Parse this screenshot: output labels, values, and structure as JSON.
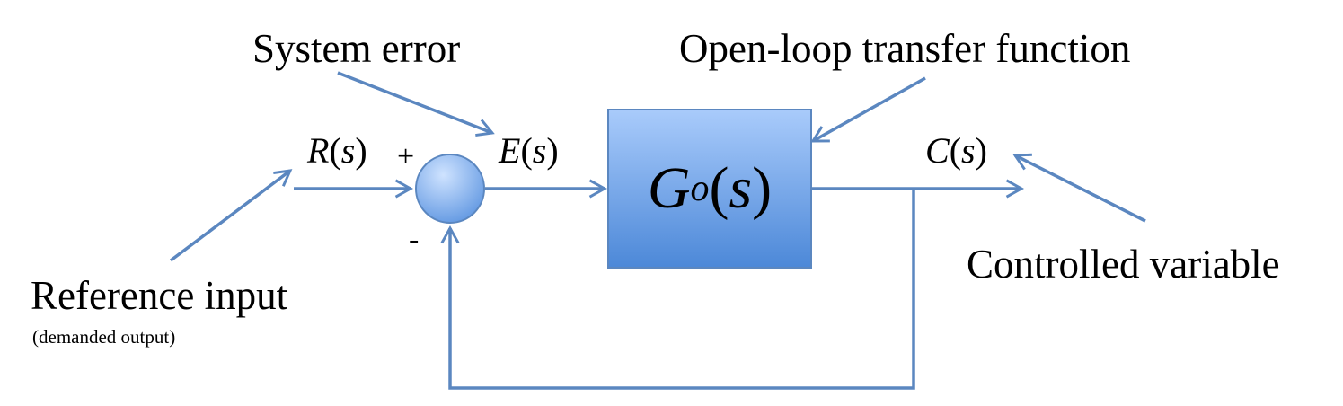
{
  "annotations": {
    "system_error": "System error",
    "open_loop": "Open-loop transfer function",
    "reference_input": "Reference input",
    "reference_note": "(demanded output)",
    "controlled_variable": "Controlled variable"
  },
  "signals": {
    "reference": {
      "symbol": "R",
      "arg": "s"
    },
    "error": {
      "symbol": "E",
      "arg": "s"
    },
    "output": {
      "symbol": "C",
      "arg": "s"
    }
  },
  "summing_junction": {
    "plus": "+",
    "minus": "-"
  },
  "block": {
    "symbol": "G",
    "subscript": "o",
    "arg": "s"
  },
  "colors": {
    "line": "#5b87c0",
    "block_top": "#a9cbfb",
    "block_bottom": "#4c88d8",
    "junction_light": "#cfe3ff",
    "junction_dark": "#5a93e0"
  }
}
